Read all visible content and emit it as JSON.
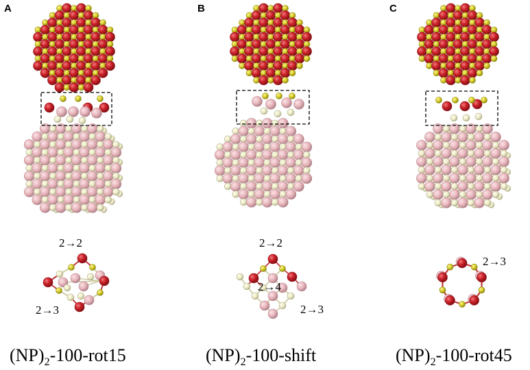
{
  "colors": {
    "oxygen": "#cc2229",
    "oxygen_dark": "#8c1016",
    "silicon": "#d8cf2a",
    "silicon_dark": "#8f8810",
    "pink": "#e8b7bd",
    "pink_dark": "#b98890",
    "cream": "#ecebc9",
    "cream_dark": "#b6b48f",
    "bond_red": "#c23a3a",
    "bond_cream": "#cfcca4",
    "box": "#000000"
  },
  "panels": [
    {
      "letter": "A",
      "caption_main": "(NP)",
      "caption_sub": "2",
      "caption_suffix": "-100-rot15",
      "annotations": [
        "2→2",
        "2→3"
      ]
    },
    {
      "letter": "B",
      "caption_main": "(NP)",
      "caption_sub": "2",
      "caption_suffix": "-100-shift",
      "annotations": [
        "2→2",
        "2→4",
        "2→3"
      ]
    },
    {
      "letter": "C",
      "caption_main": "(NP)",
      "caption_sub": "2",
      "caption_suffix": "-100-rot45",
      "annotations": [
        "2→3"
      ]
    }
  ]
}
